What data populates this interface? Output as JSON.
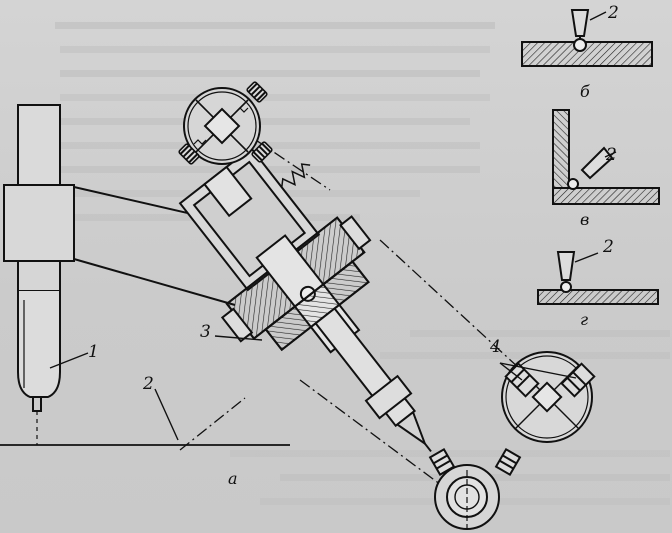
{
  "figure": {
    "labels": {
      "part_1": "1",
      "part_2_main": "2",
      "part_3": "3",
      "part_4": "4",
      "part_2_b": "2",
      "part_2_v": "2",
      "part_2_g": "2"
    },
    "panel_labels": {
      "a": "а",
      "b": "б",
      "v": "в",
      "g": "г"
    }
  }
}
